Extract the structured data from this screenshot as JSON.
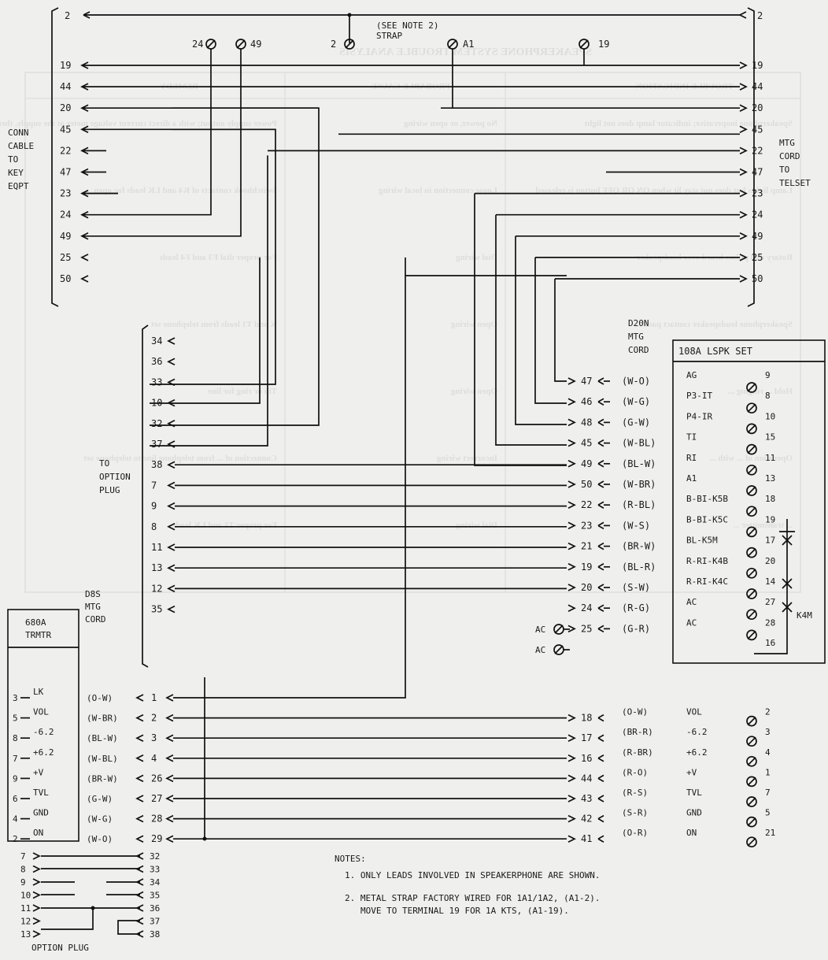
{
  "bleed": {
    "title": "SPEAKERPHONE SYSTEM TROUBLE ANALYSIS",
    "headers": [
      "TROUBLE INDICATION",
      "PROBABLE CAUSE",
      "REMEDY"
    ],
    "rows": [
      [
        "Speakerphone inoperative; indicator lamp does not light",
        "No power, or open wiring",
        "Power supply output; with a direct current voltage meter at the supply, then check for an open"
      ],
      [
        "Lamp lights but does not stay lit when ON OR OFF button is released",
        "Loose connection in local wiring",
        "Switchhook contacts of K4 and LK leads for open"
      ],
      [
        "Rotary dial pulses heard over loudspeaker",
        "Dial wiring",
        "For proper dial F3 and F4 leads"
      ],
      [
        "Speakerphone loudspeaker contact pack ...",
        "Open wiring",
        "K and T1 leads from telephone set"
      ],
      [
        "Hold ... ringing ...",
        "Open wiring",
        "Tip or ring for line"
      ],
      [
        "Operation of ... with ...",
        "Incorrect wiring",
        "Connection of ... from telephone line to telephone set"
      ],
      [
        "... transmitter ...",
        "Dial wiring",
        "For proper T1 and LK leads"
      ]
    ]
  },
  "labels": {
    "conn_cable": [
      "CONN",
      "CABLE",
      "TO",
      "KEY",
      "EQPT"
    ],
    "mtg_cord": [
      "MTG",
      "CORD",
      "TO",
      "TELSET"
    ],
    "see_note": "(SEE NOTE 2)",
    "strap": "STRAP",
    "top_terminals": [
      "24",
      "49",
      "2",
      "A1",
      "19"
    ],
    "to_option_plug": [
      "TO",
      "OPTION",
      "PLUG"
    ],
    "d20n": [
      "D20N",
      "MTG",
      "CORD"
    ],
    "lspk_set": "108A LSPK SET",
    "d8s": [
      "D8S",
      "MTG",
      "CORD"
    ],
    "trmtr": [
      "680A",
      "TRMTR"
    ],
    "k4m": "K4M",
    "option_plug": "OPTION PLUG",
    "ac": "AC"
  },
  "left_conn": {
    "top": "2",
    "pins": [
      "19",
      "44",
      "20",
      "45",
      "22",
      "47",
      "23",
      "24",
      "49",
      "25",
      "50"
    ]
  },
  "right_conn": {
    "top": "2",
    "pins": [
      "19",
      "44",
      "20",
      "45",
      "22",
      "47",
      "23",
      "24",
      "49",
      "25",
      "50"
    ]
  },
  "option_bracket": {
    "pins": [
      "34",
      "36",
      "33",
      "10",
      "32",
      "37",
      "38",
      "7",
      "9",
      "8",
      "11",
      "13",
      "12",
      "35"
    ]
  },
  "d20n_rows": [
    {
      "pin": "47",
      "color": "(W-O)",
      "lead": "AG",
      "term": "9"
    },
    {
      "pin": "46",
      "color": "(W-G)",
      "lead": "P3-IT",
      "term": "8"
    },
    {
      "pin": "48",
      "color": "(G-W)",
      "lead": "P4-IR",
      "term": "10"
    },
    {
      "pin": "45",
      "color": "(W-BL)",
      "lead": "TI",
      "term": "15"
    },
    {
      "pin": "49",
      "color": "(BL-W)",
      "lead": "RI",
      "term": "11"
    },
    {
      "pin": "50",
      "color": "(W-BR)",
      "lead": "A1",
      "term": "13"
    },
    {
      "pin": "22",
      "color": "(R-BL)",
      "lead": "B-BI-K5B",
      "term": "18"
    },
    {
      "pin": "23",
      "color": "(W-S)",
      "lead": "B-BI-K5C",
      "term": "19"
    },
    {
      "pin": "21",
      "color": "(BR-W)",
      "lead": "BL-K5M",
      "term": "17"
    },
    {
      "pin": "19",
      "color": "(BL-R)",
      "lead": "R-RI-K4B",
      "term": "20"
    },
    {
      "pin": "20",
      "color": "(S-W)",
      "lead": "R-RI-K4C",
      "term": "14"
    },
    {
      "pin": "24",
      "color": "(R-G)",
      "lead": "AC",
      "term": "27"
    },
    {
      "pin": "25",
      "color": "(G-R)",
      "lead": "AC",
      "term": "28"
    }
  ],
  "extra_term": "16",
  "d8s_rows": [
    {
      "tpin": "3",
      "lead": "LK",
      "color": "(O-W)",
      "cpin": "1",
      "rpin": "",
      "rcolor": "",
      "rlead": "",
      "rterm": ""
    },
    {
      "tpin": "5",
      "lead": "VOL",
      "color": "(W-BR)",
      "cpin": "2",
      "rpin": "18",
      "rcolor": "(O-W)",
      "rlead": "VOL",
      "rterm": "2"
    },
    {
      "tpin": "8",
      "lead": "-6.2",
      "color": "(BL-W)",
      "cpin": "3",
      "rpin": "17",
      "rcolor": "(BR-R)",
      "rlead": "-6.2",
      "rterm": "3"
    },
    {
      "tpin": "7",
      "lead": "+6.2",
      "color": "(W-BL)",
      "cpin": "4",
      "rpin": "16",
      "rcolor": "(R-BR)",
      "rlead": "+6.2",
      "rterm": "4"
    },
    {
      "tpin": "9",
      "lead": "+V",
      "color": "(BR-W)",
      "cpin": "26",
      "rpin": "44",
      "rcolor": "(R-O)",
      "rlead": "+V",
      "rterm": "1"
    },
    {
      "tpin": "6",
      "lead": "TVL",
      "color": "(G-W)",
      "cpin": "27",
      "rpin": "43",
      "rcolor": "(R-S)",
      "rlead": "TVL",
      "rterm": "7"
    },
    {
      "tpin": "4",
      "lead": "GND",
      "color": "(W-G)",
      "cpin": "28",
      "rpin": "42",
      "rcolor": "(S-R)",
      "rlead": "GND",
      "rterm": "5"
    },
    {
      "tpin": "2",
      "lead": "ON",
      "color": "(W-O)",
      "cpin": "29",
      "rpin": "41",
      "rcolor": "(O-R)",
      "rlead": "ON",
      "rterm": "21"
    }
  ],
  "option_plug_pins": {
    "left": [
      "7",
      "8",
      "9",
      "10",
      "11",
      "12",
      "13"
    ],
    "right": [
      "32",
      "33",
      "34",
      "35",
      "36",
      "37",
      "38"
    ]
  },
  "notes": {
    "title": "NOTES:",
    "n1": "1. ONLY LEADS INVOLVED IN SPEAKERPHONE ARE SHOWN.",
    "n2a": "2. METAL STRAP FACTORY WIRED FOR 1A1/1A2, (A1-2).",
    "n2b": "MOVE TO TERMINAL 19 FOR 1A KTS, (A1-19)."
  }
}
